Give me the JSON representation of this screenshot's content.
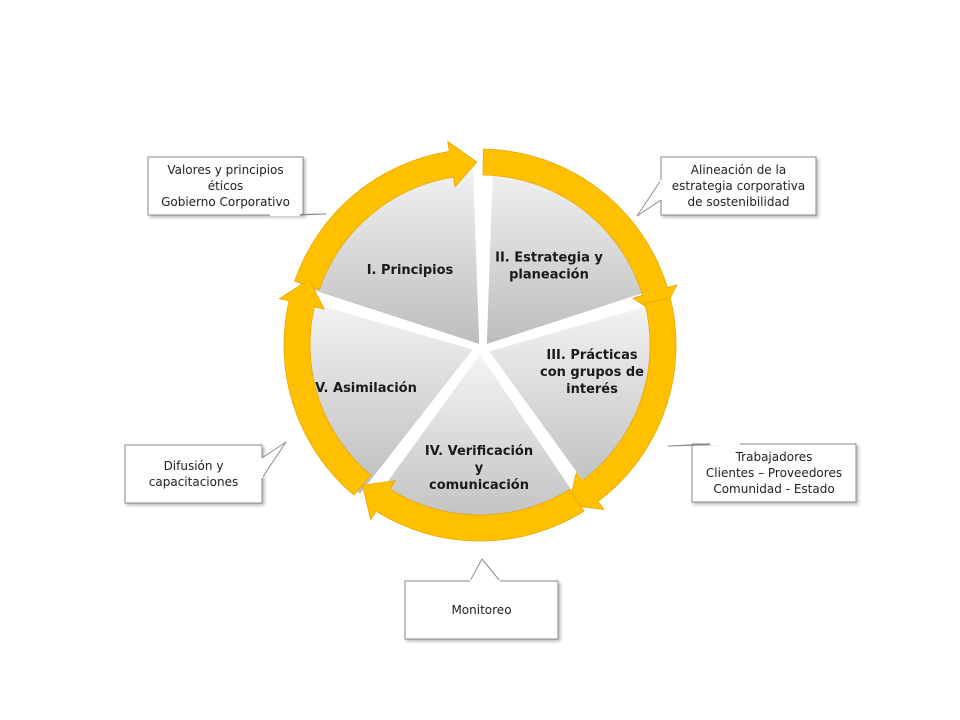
{
  "colors": {
    "arrow": "#ffc000",
    "segment_light": "#f4f4f4",
    "segment_dark": "#bdbdbd",
    "callout_border": "#8c8c8c",
    "text": "#1a1a1a"
  },
  "segments": [
    {
      "lines": [
        "I. Principios"
      ]
    },
    {
      "lines": [
        "II. Estrategia y",
        "planeación"
      ]
    },
    {
      "lines": [
        "III. Prácticas",
        "con grupos de",
        "interés"
      ]
    },
    {
      "lines": [
        "IV. Verificación",
        "y",
        "comunicación"
      ]
    },
    {
      "lines": [
        "V. Asimilación"
      ]
    }
  ],
  "callouts": [
    {
      "lines": [
        "Valores y principios",
        "éticos",
        "Gobierno Corporativo"
      ]
    },
    {
      "lines": [
        "Alineación de la",
        "estrategia corporativa",
        "de sostenibilidad"
      ]
    },
    {
      "lines": [
        "Trabajadores",
        "Clientes – Proveedores",
        "Comunidad  - Estado"
      ]
    },
    {
      "lines": [
        "Monitoreo"
      ]
    },
    {
      "lines": [
        "Difusión  y",
        "capacitaciones"
      ]
    }
  ]
}
